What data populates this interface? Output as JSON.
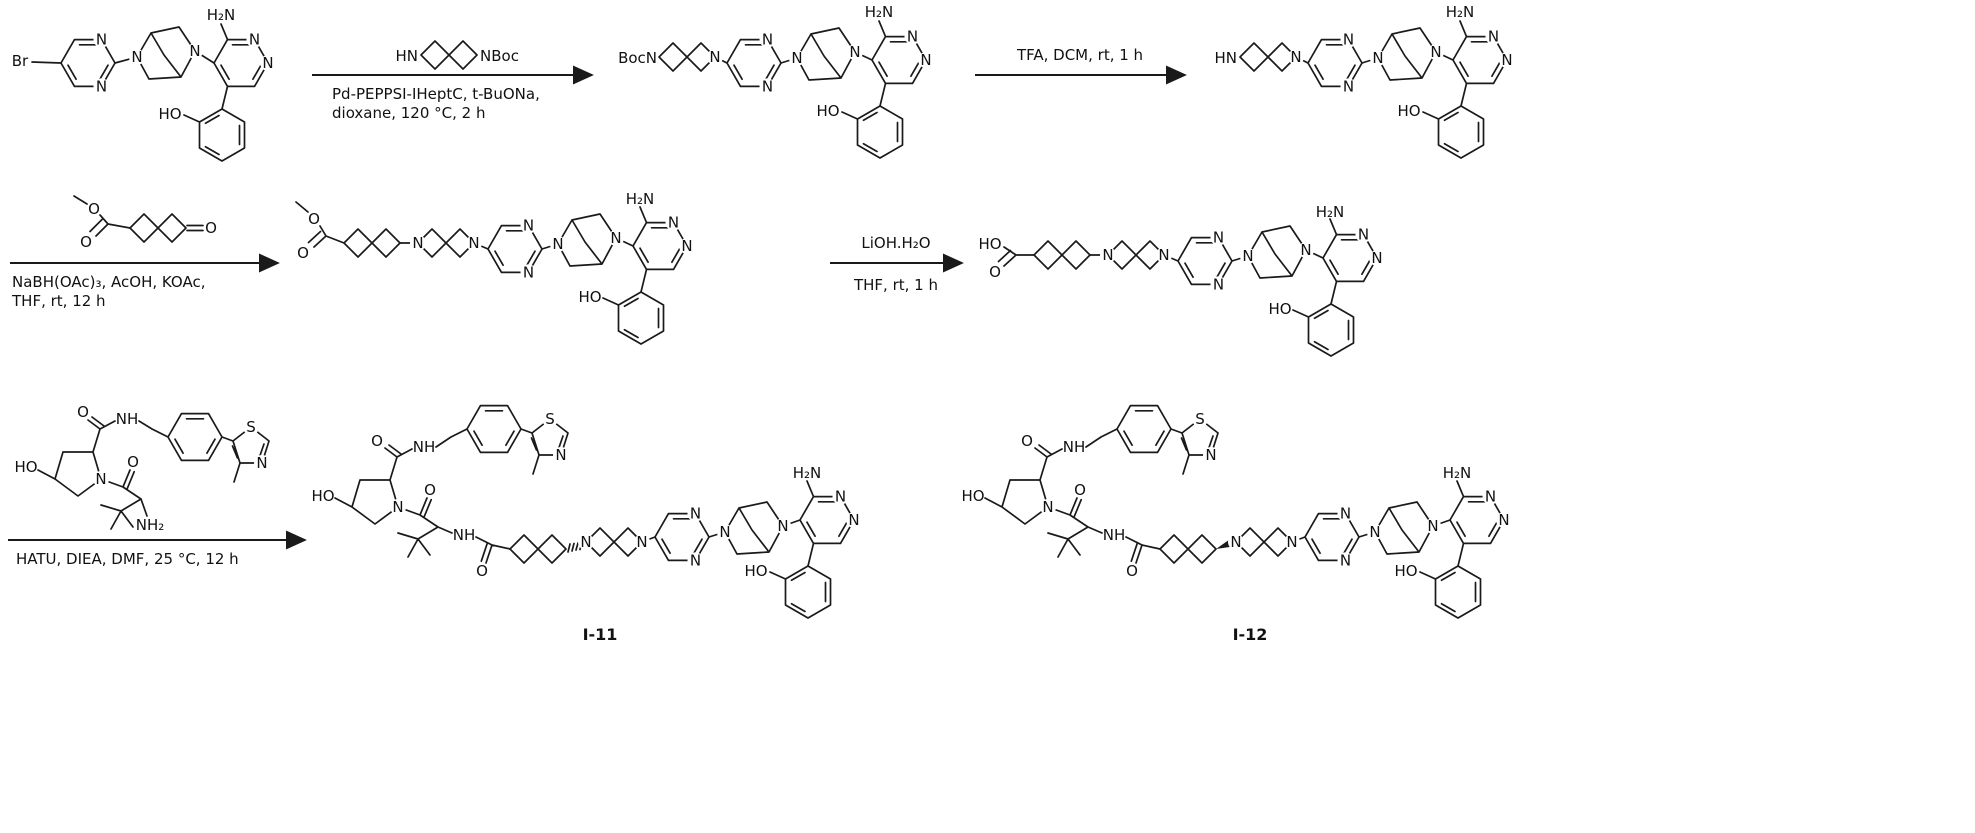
{
  "atoms": {
    "Br": "Br",
    "N": "N",
    "HN": "HN",
    "NH": "NH",
    "H2N": "H₂N",
    "NH2": "NH₂",
    "HO": "HO",
    "O": "O",
    "S": "S",
    "NBoc": "NBoc",
    "BocN": "BocN"
  },
  "conditions": {
    "step1_line1": "Pd-PEPPSI-IHeptC, t-BuONa,",
    "step1_line2": "dioxane, 120 °C, 2 h",
    "step2_line1": "TFA, DCM, rt, 1 h",
    "step3_line1": "NaBH(OAc)₃, AcOH, KOAc,",
    "step3_line2": "THF, rt, 12 h",
    "step4_line1": "LiOH.H₂O",
    "step4_line2": "THF, rt, 1 h",
    "step5_line1": "HATU, DIEA, DMF, 25 °C, 12 h"
  },
  "compounds": {
    "i11": "I-11",
    "i12": "I-12"
  }
}
